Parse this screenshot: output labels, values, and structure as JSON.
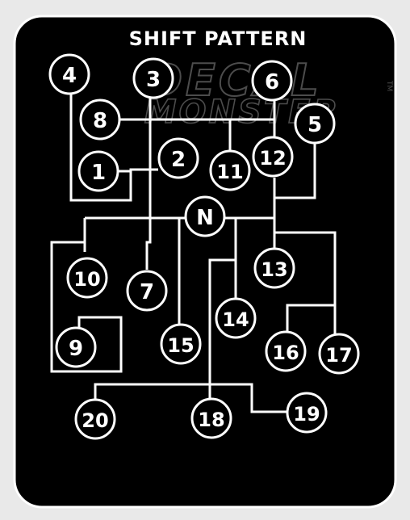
{
  "title": "SHIFT PATTERN",
  "watermark": {
    "line1": "DECAL",
    "line2": "MONSTER",
    "tm": "TM"
  },
  "colors": {
    "page_background": "#e9e9e9",
    "panel": "#000000",
    "panel_border": "#ffffff",
    "lines": "#ffffff",
    "text": "#ffffff",
    "watermark": "#8a8a8a"
  },
  "nodes": [
    {
      "id": "4",
      "label": "4"
    },
    {
      "id": "3",
      "label": "3"
    },
    {
      "id": "6",
      "label": "6"
    },
    {
      "id": "8",
      "label": "8"
    },
    {
      "id": "5",
      "label": "5"
    },
    {
      "id": "2",
      "label": "2"
    },
    {
      "id": "1",
      "label": "1"
    },
    {
      "id": "11",
      "label": "11"
    },
    {
      "id": "12",
      "label": "12"
    },
    {
      "id": "N",
      "label": "N"
    },
    {
      "id": "10",
      "label": "10"
    },
    {
      "id": "7",
      "label": "7"
    },
    {
      "id": "13",
      "label": "13"
    },
    {
      "id": "14",
      "label": "14"
    },
    {
      "id": "9",
      "label": "9"
    },
    {
      "id": "15",
      "label": "15"
    },
    {
      "id": "16",
      "label": "16"
    },
    {
      "id": "17",
      "label": "17"
    },
    {
      "id": "20",
      "label": "20"
    },
    {
      "id": "18",
      "label": "18"
    },
    {
      "id": "19",
      "label": "19"
    }
  ]
}
